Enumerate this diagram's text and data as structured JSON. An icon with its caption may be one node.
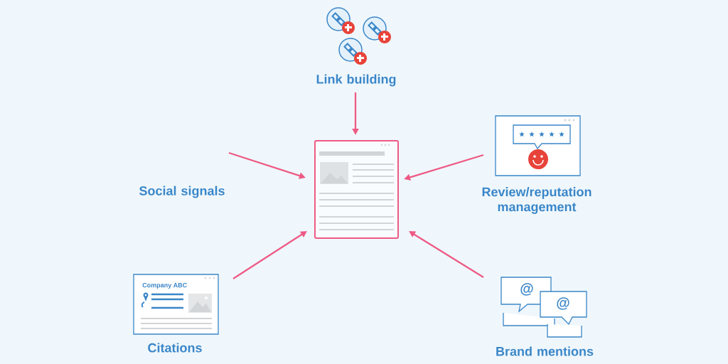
{
  "diagram": {
    "nodes": [
      {
        "text": [
          "Link building"
        ]
      },
      {
        "text": [
          "Social signals"
        ]
      },
      {
        "text": [
          "Review/reputation management"
        ]
      },
      {
        "text": [
          "Citations"
        ]
      },
      {
        "text": [
          "Brand mentions"
        ]
      },
      {
        "text": [],
        "shape": "box"
      }
    ],
    "edges": [
      {
        "from": 0,
        "to": 5,
        "arrow": "to"
      },
      {
        "from": 1,
        "to": 5,
        "arrow": "to"
      },
      {
        "from": 2,
        "to": 5,
        "arrow": "to"
      },
      {
        "from": 3,
        "to": 5,
        "arrow": "to"
      },
      {
        "from": 4,
        "to": 5,
        "arrow": "to"
      }
    ],
    "labels": [
      "Company ABC",
      "@",
      "@"
    ]
  }
}
